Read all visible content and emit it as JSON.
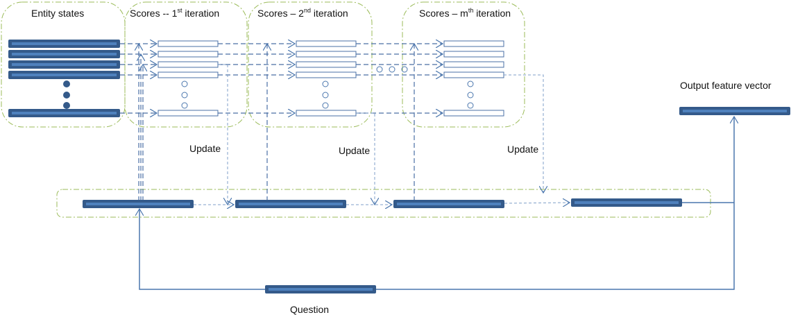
{
  "diagram": {
    "groups": [
      {
        "id": "entity-states",
        "title": "Entity states"
      },
      {
        "id": "scores-1",
        "title_prefix": "Scores -- 1",
        "title_sup": "st",
        "title_suffix": " iteration"
      },
      {
        "id": "scores-2",
        "title_prefix": "Scores – 2",
        "title_sup": "nd",
        "title_suffix": " iteration"
      },
      {
        "id": "scores-m",
        "title_prefix": "Scores – m",
        "title_sup": "th",
        "title_suffix": " iteration"
      }
    ],
    "update_labels": [
      "Update",
      "Update",
      "Update"
    ],
    "output_label": "Output feature vector",
    "question_label": "Question",
    "entity_rows_visible": 5,
    "memory_states": 4
  },
  "colors": {
    "bar_dark": "#345a8a",
    "bar_light": "#4f81bd",
    "group_border": "#9bbb59",
    "connector": "#4a76ad"
  }
}
